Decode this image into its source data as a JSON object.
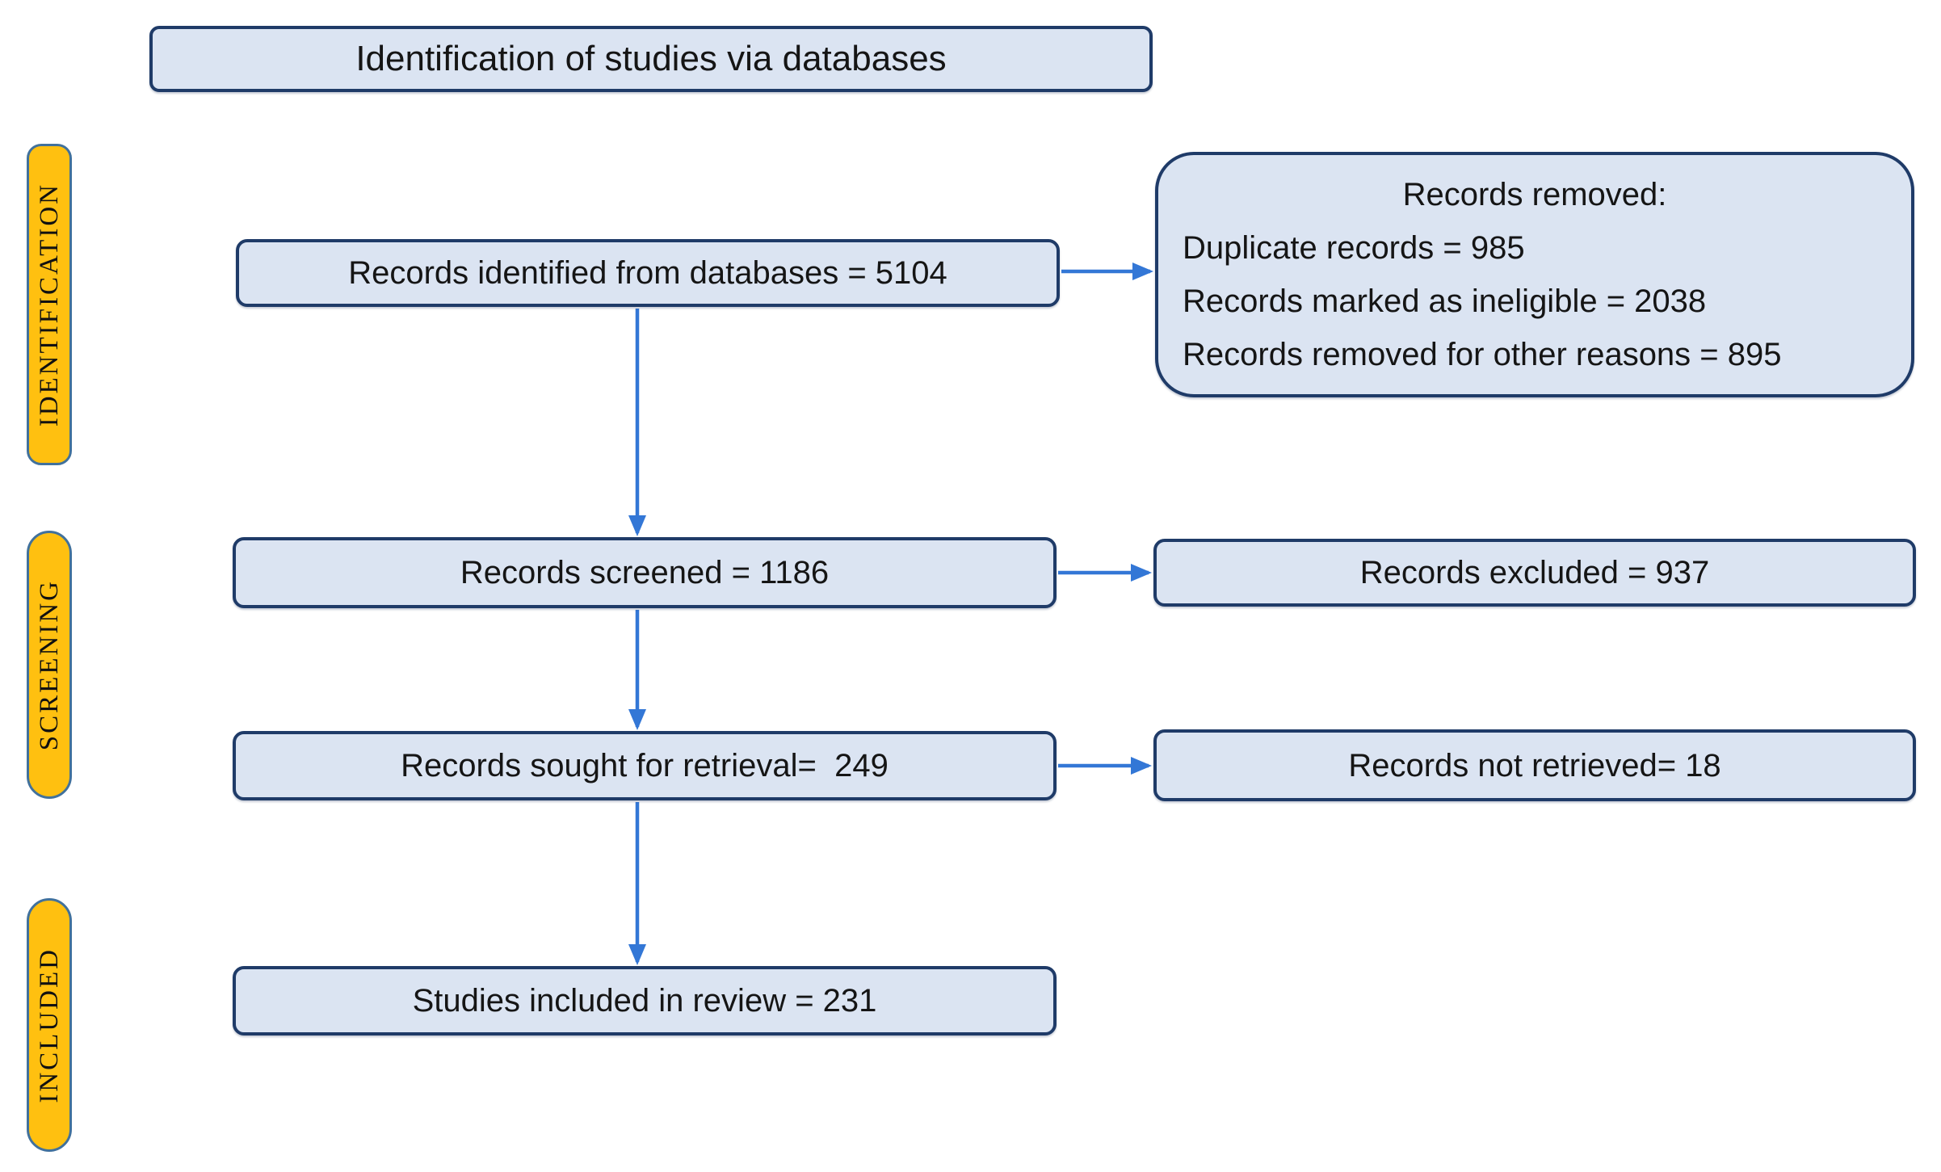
{
  "title": "Identification of studies via databases",
  "colors": {
    "box_fill": "#dbe4f2",
    "box_border": "#1f3b68",
    "arrow": "#3377d6",
    "stage_fill": "#ffc010",
    "stage_border": "#41719c"
  },
  "stages": [
    {
      "label": "IDENTIFICATION"
    },
    {
      "label": "SCREENING"
    },
    {
      "label": "INCLUDED"
    }
  ],
  "nodes": {
    "identified": "Records identified from databases = 5104",
    "removed_title": "Records removed:",
    "removed_lines": [
      "Duplicate records = 985",
      "Records marked as ineligible = 2038",
      "Records removed for other reasons = 895"
    ],
    "screened": "Records screened = 1186",
    "excluded": "Records excluded = 937",
    "sought": "Records sought for retrieval=  249",
    "not_retrieved": "Records not retrieved= 18",
    "studies_included": "Studies included in review = 231"
  }
}
